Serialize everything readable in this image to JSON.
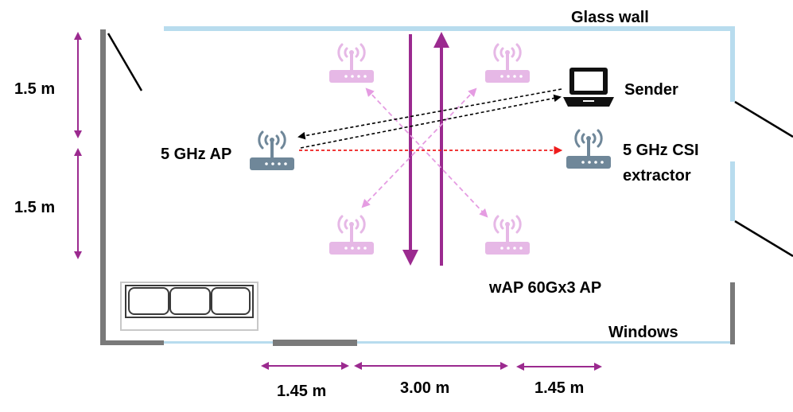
{
  "labels": {
    "glass_wall": "Glass wall",
    "sender": "Sender",
    "ap5": "5 GHz AP",
    "csi_line1": "5 GHz CSI",
    "csi_line2": "extractor",
    "wap": "wAP 60Gx3 AP",
    "windows": "Windows",
    "dim_v_top": "1.5 m",
    "dim_v_bottom": "1.5 m",
    "dim_h_left": "1.45 m",
    "dim_h_mid": "3.00 m",
    "dim_h_right": "1.45 m"
  },
  "colors": {
    "wall_gray": "#7a7a7a",
    "glass_blue": "#b8dcee",
    "purple": "#9b2a8f",
    "light_pink": "#e59ce2",
    "router_gray": "#6f8799",
    "router_pink": "#e6b8e6",
    "link_red": "#ee1c1c",
    "link_black": "#000000"
  },
  "icons": {
    "ap5": "router-icon",
    "csi": "router-icon",
    "wap": "router-icon",
    "sender": "laptop-icon",
    "sofa": "sofa-icon"
  }
}
